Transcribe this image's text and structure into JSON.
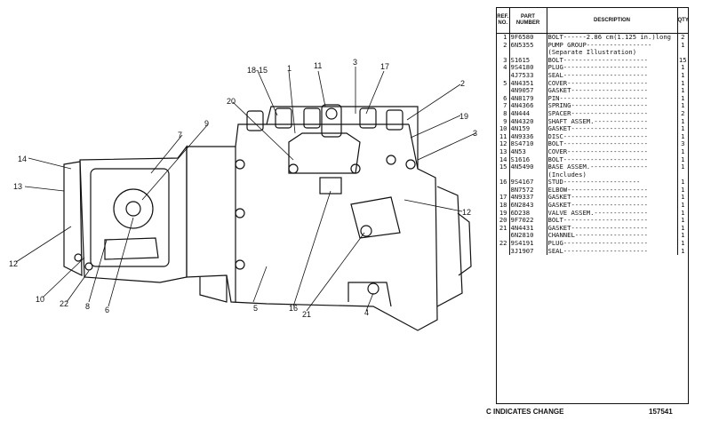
{
  "callouts": [
    "1",
    "2",
    "3",
    "4",
    "5",
    "6",
    "7",
    "8",
    "9",
    "10",
    "11",
    "12",
    "12",
    "13",
    "14",
    "16",
    "17",
    "18-15",
    "19",
    "20",
    "21",
    "22"
  ],
  "table": {
    "headers": {
      "ref": "REF. NO.",
      "part": "PART NUMBER",
      "desc": "DESCRIPTION",
      "qty": "QTY"
    },
    "rows": [
      {
        "ref": "1",
        "part": "9F6580",
        "desc": "BOLT------2.86 cm(1.125 in.)long",
        "qty": "2"
      },
      {
        "ref": "2",
        "part": "6N5355",
        "desc": "PUMP GROUP-----------------",
        "qty": "1"
      },
      {
        "ref": "",
        "part": "",
        "desc": "     (Separate Illustration)",
        "qty": ""
      },
      {
        "ref": "3",
        "part": "S1615",
        "desc": "BOLT----------------------",
        "qty": "15"
      },
      {
        "ref": "4",
        "part": "9S4180",
        "desc": "PLUG----------------------",
        "qty": "1"
      },
      {
        "ref": "",
        "part": "4J7533",
        "desc": "SEAL----------------------",
        "qty": "1"
      },
      {
        "ref": "5",
        "part": "4N4351",
        "desc": "COVER---------------------",
        "qty": "1"
      },
      {
        "ref": "",
        "part": "4N9057",
        "desc": "GASKET--------------------",
        "qty": "1"
      },
      {
        "ref": "6",
        "part": "4N8179",
        "desc": "PIN-----------------------",
        "qty": "1"
      },
      {
        "ref": "7",
        "part": "4N4366",
        "desc": "SPRING--------------------",
        "qty": "1"
      },
      {
        "ref": "8",
        "part": "4N444",
        "desc": "SPACER--------------------",
        "qty": "2"
      },
      {
        "ref": "9",
        "part": "4N4320",
        "desc": "SHAFT ASSEM.--------------",
        "qty": "1"
      },
      {
        "ref": "10",
        "part": "4N159",
        "desc": "GASKET--------------------",
        "qty": "1"
      },
      {
        "ref": "11",
        "part": "4N9336",
        "desc": "DISC----------------------",
        "qty": "1"
      },
      {
        "ref": "12",
        "part": "8S4710",
        "desc": "BOLT----------------------",
        "qty": "3"
      },
      {
        "ref": "13",
        "part": "4N53",
        "desc": "COVER---------------------",
        "qty": "1"
      },
      {
        "ref": "14",
        "part": "S1616",
        "desc": "BOLT----------------------",
        "qty": "1"
      },
      {
        "ref": "15",
        "part": "4N5490",
        "desc": "BASE ASSEM.---------------",
        "qty": "1"
      },
      {
        "ref": "",
        "part": "",
        "desc": "     (Includes)",
        "qty": ""
      },
      {
        "ref": "16",
        "part": "9S4167",
        "desc": "  STUD--------------------",
        "qty": "1"
      },
      {
        "ref": "",
        "part": "8N7572",
        "desc": "ELBOW---------------------",
        "qty": "1"
      },
      {
        "ref": "17",
        "part": "4N9337",
        "desc": "GASKET--------------------",
        "qty": "1"
      },
      {
        "ref": "18",
        "part": "6N2843",
        "desc": "GASKET--------------------",
        "qty": "1"
      },
      {
        "ref": "19",
        "part": "6D238",
        "desc": "VALVE ASSEM.--------------",
        "qty": "1"
      },
      {
        "ref": "20",
        "part": "9F7022",
        "desc": "BOLT----------------------",
        "qty": "1"
      },
      {
        "ref": "21",
        "part": "4N4431",
        "desc": "GASKET--------------------",
        "qty": "1"
      },
      {
        "ref": "",
        "part": "6N2810",
        "desc": "CHANNEL-------------------",
        "qty": "1"
      },
      {
        "ref": "22",
        "part": "9S4191",
        "desc": "PLUG----------------------",
        "qty": "1"
      },
      {
        "ref": "",
        "part": "3J1907",
        "desc": "SEAL----------------------",
        "qty": "1"
      }
    ]
  },
  "footer": {
    "note": "C INDICATES CHANGE",
    "code": "157541"
  }
}
